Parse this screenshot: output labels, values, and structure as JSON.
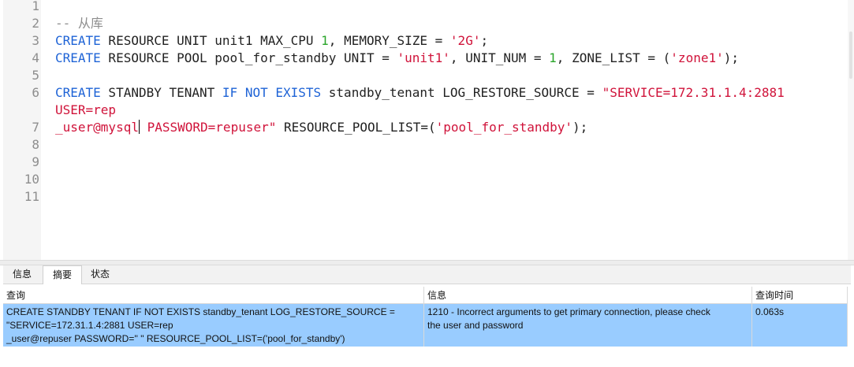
{
  "editor": {
    "line_numbers": [
      "1",
      "2",
      "3",
      "4",
      "5",
      "6",
      "7",
      "8",
      "9",
      "10",
      "11"
    ],
    "lines": [
      "",
      "-- 从库",
      "CREATE RESOURCE UNIT unit1 MAX_CPU 1, MEMORY_SIZE = '2G';",
      "CREATE RESOURCE POOL pool_for_standby UNIT = 'unit1', UNIT_NUM = 1, ZONE_LIST = ('zone1');",
      "",
      "CREATE STANDBY TENANT IF NOT EXISTS standby_tenant LOG_RESTORE_SOURCE = \"SERVICE=172.31.1.4:2881 USER=rep",
      "_user@mysql PASSWORD=repuser\" RESOURCE_POOL_LIST=('pool_for_standby');",
      "",
      "",
      "",
      ""
    ],
    "tokens": {
      "l2_comment": "-- 从库",
      "l3_kw": "CREATE",
      "l3_a": " RESOURCE UNIT unit1 MAX_CPU ",
      "l3_num": "1",
      "l3_b": ", MEMORY_SIZE = ",
      "l3_str": "'2G'",
      "l3_c": ";",
      "l4_kw": "CREATE",
      "l4_a": " RESOURCE POOL pool_for_standby UNIT = ",
      "l4_str1": "'unit1'",
      "l4_b": ", UNIT_NUM = ",
      "l4_num": "1",
      "l4_c": ", ZONE_LIST = (",
      "l4_str2": "'zone1'",
      "l4_d": ");",
      "l6_kw1": "CREATE",
      "l6_a": " STANDBY TENANT ",
      "l6_kw2": "IF NOT EXISTS",
      "l6_b": " standby_tenant LOG_RESTORE_SOURCE = ",
      "l6_str": "\"SERVICE=172.31.1.4:2881",
      "l6_wrap": "USER=rep",
      "l7_str1": "_user@mysql",
      "l7_str2": " PASSWORD=repuser\"",
      "l7_a": " RESOURCE_POOL_LIST=(",
      "l7_str3": "'pool_for_standby'",
      "l7_b": ");"
    }
  },
  "tabs": [
    {
      "label": "信息",
      "active": false
    },
    {
      "label": "摘要",
      "active": true
    },
    {
      "label": "状态",
      "active": false
    }
  ],
  "results": {
    "columns": [
      "查询",
      "信息",
      "查询时间"
    ],
    "rows": [
      {
        "query": "CREATE STANDBY TENANT IF NOT EXISTS standby_tenant LOG_RESTORE_SOURCE =\n\"SERVICE=172.31.1.4:2881 USER=rep\n_user@repuser PASSWORD='' \" RESOURCE_POOL_LIST=('pool_for_standby')",
        "message": "1210 - Incorrect arguments to get primary connection, please check\nthe user and password",
        "time": "0.063s"
      }
    ]
  },
  "colors": {
    "keyword": "#1e63d6",
    "string": "#d0133a",
    "number": "#2aa52a",
    "comment": "#8e8e8e",
    "row_selected": "#99ccff"
  }
}
